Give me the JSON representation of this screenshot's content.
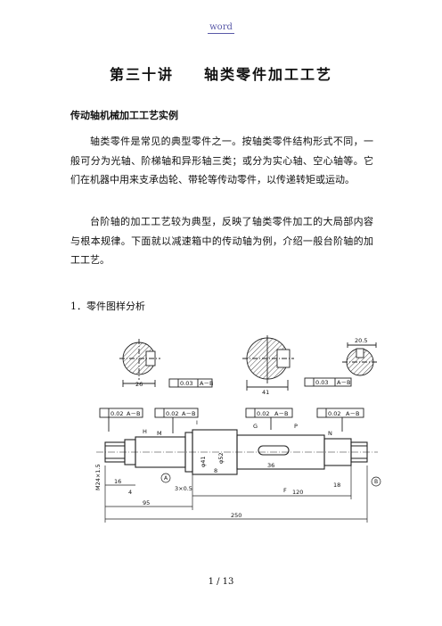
{
  "header": {
    "label": "word"
  },
  "title": {
    "part1": "第三十讲",
    "part2": "轴类零件加工工艺"
  },
  "subheading": "传动轴机械加工工艺实例",
  "paragraphs": [
    "轴类零件是常见的典型零件之一。按轴类零件结构形式不同，一般可分为光轴、阶梯轴和异形轴三类；或分为实心轴、空心轴等。它们在机器中用来支承齿轮、带轮等传动零件，以传递转矩或运动。",
    "台阶轴的加工工艺较为典型，反映了轴类零件加工的大局部内容与根本规律。下面就以减速箱中的传动轴为例，介绍一般台阶轴的加工工艺。"
  ],
  "section": {
    "title": "1．零件图样分析"
  },
  "drawing": {
    "dims": {
      "sec1_width": "26",
      "sec2_width": "41",
      "sec3_width": "20.5",
      "tol1": "0.03",
      "tol_ref": "A－B",
      "tol2": "0.02",
      "len1": "16",
      "len2": "4",
      "len3": "95",
      "len4": "8",
      "len5": "36",
      "len6": "120",
      "len7": "18",
      "total": "250",
      "dia1": "φ41",
      "dia2": "φ52",
      "chamfer": "3×0.5"
    },
    "labels": {
      "A": "A",
      "B": "B",
      "F": "F",
      "G": "G",
      "H": "H",
      "M": "M",
      "N": "N",
      "P": "P",
      "I": "I",
      "thread": "M24×1.5"
    }
  },
  "footer": {
    "page": "1 / 13"
  }
}
